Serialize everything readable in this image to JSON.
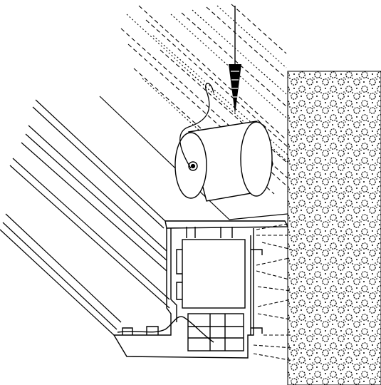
{
  "figure": {
    "ink_color": "#000000",
    "background_color": "#ffffff",
    "parts": [
      "dashed-spray-zone",
      "downward-arrow",
      "sealing-roller",
      "roller-wire",
      "angled-glass-panes",
      "window-frame-profile",
      "dashed-spray-jets",
      "masonry-wall"
    ]
  }
}
